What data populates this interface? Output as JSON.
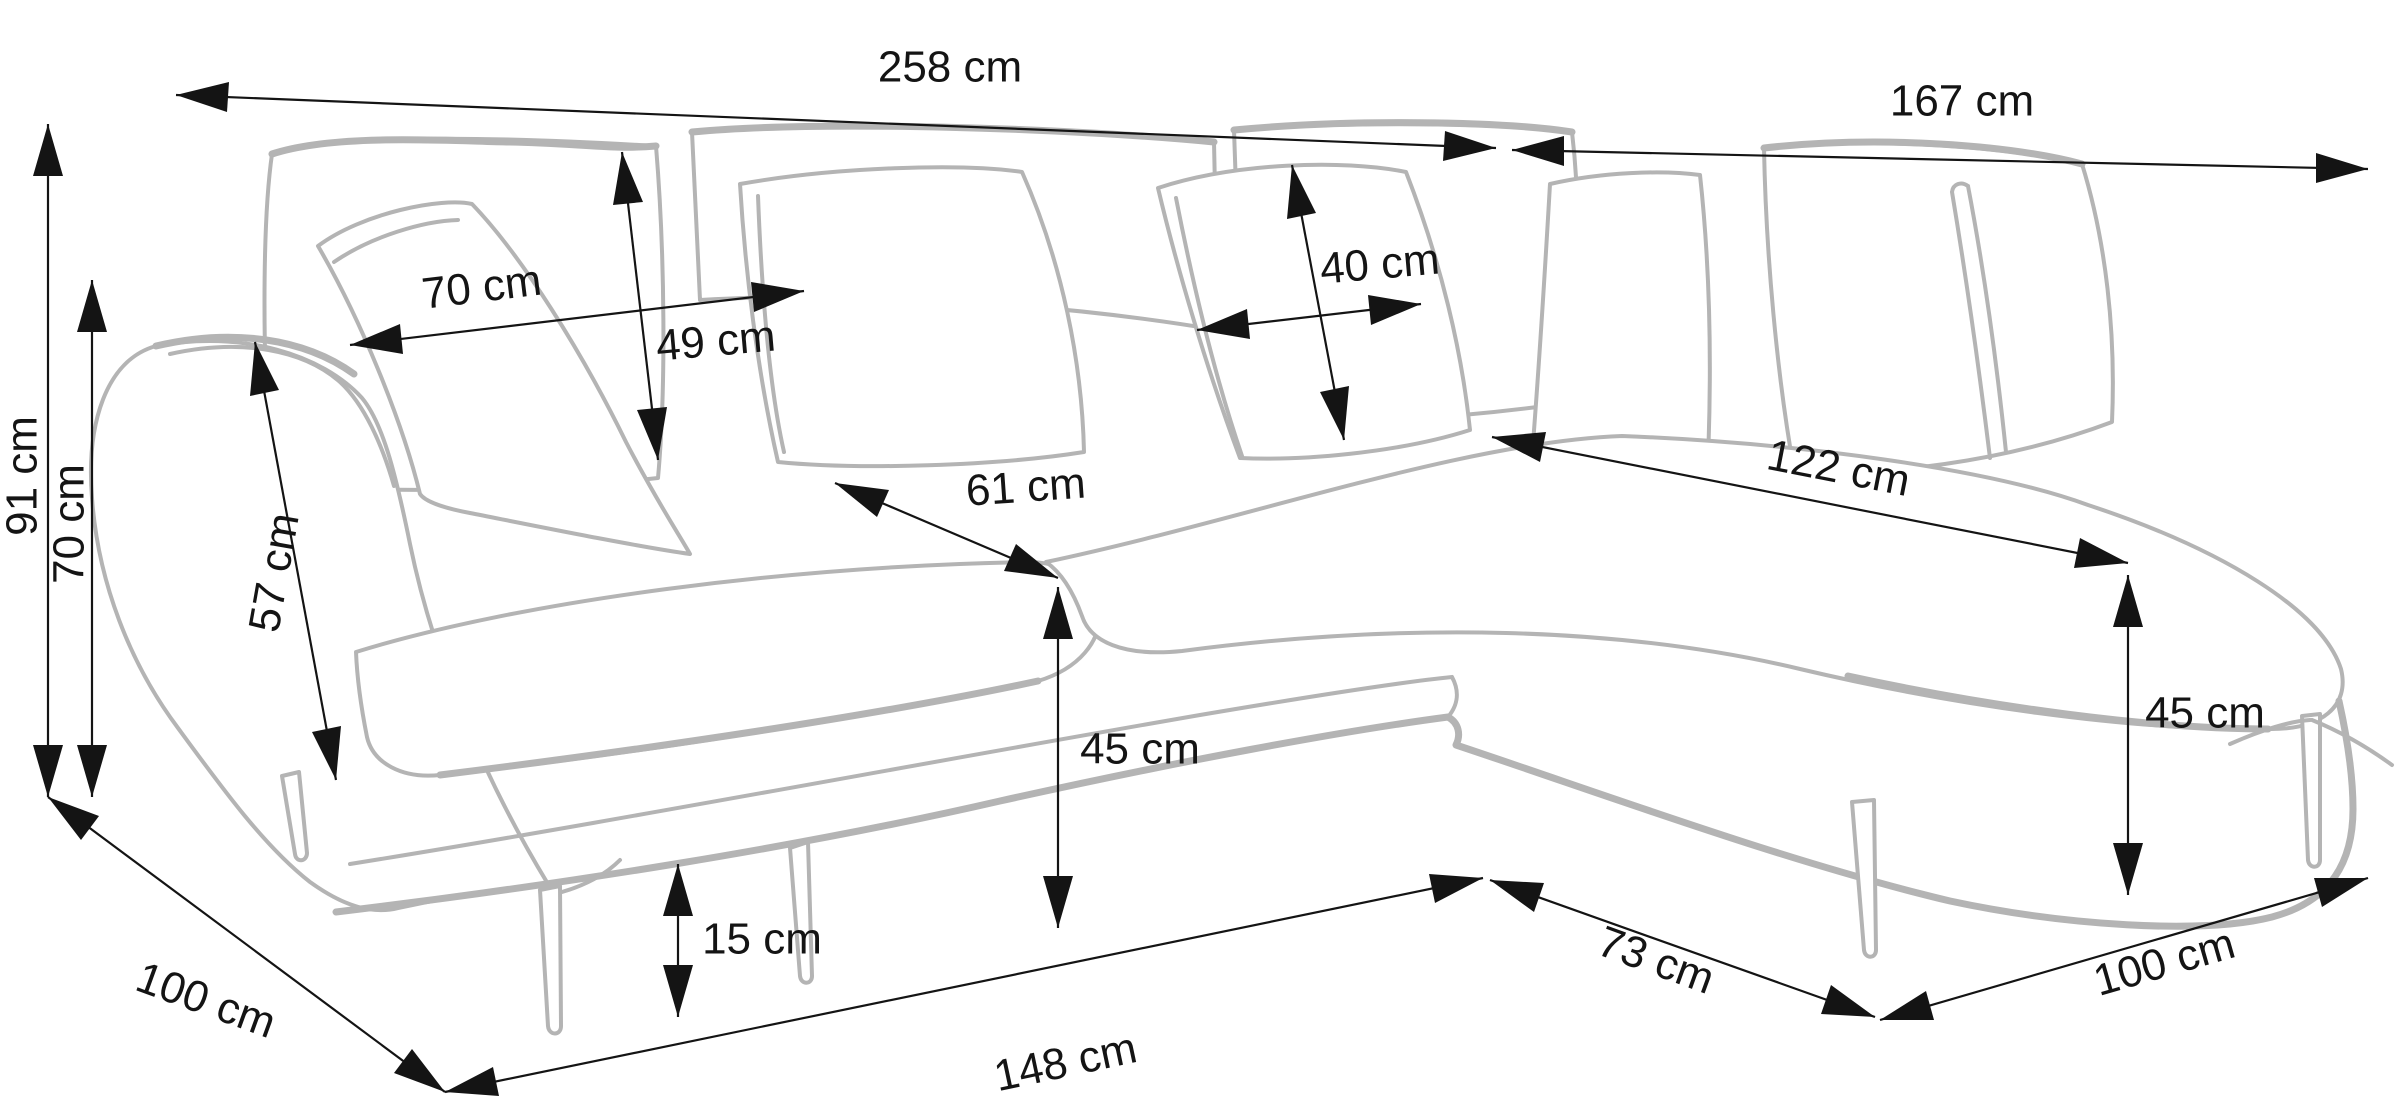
{
  "drawing": {
    "subject": "corner-sofa-dimension-diagram",
    "unit": "cm",
    "background_color": "#ffffff",
    "outline_color": "#b4b4b4",
    "dimension_color": "#141414",
    "dims": {
      "overall_width": {
        "label": "258 cm",
        "value_cm": 258
      },
      "chaise_width": {
        "label": "167 cm",
        "value_cm": 167
      },
      "overall_height": {
        "label": "91 cm",
        "value_cm": 91
      },
      "armrest_height": {
        "label": "70 cm",
        "value_cm": 70
      },
      "armrest_depth": {
        "label": "57 cm",
        "value_cm": 57
      },
      "back_pillow_width": {
        "label": "70 cm",
        "value_cm": 70
      },
      "back_pillow_height": {
        "label": "49 cm",
        "value_cm": 49
      },
      "seat_depth": {
        "label": "61 cm",
        "value_cm": 61
      },
      "cushion_size": {
        "label": "40 cm",
        "value_cm": 40
      },
      "chaise_seat_length": {
        "label": "122 cm",
        "value_cm": 122
      },
      "seat_height": {
        "label": "45 cm",
        "value_cm": 45
      },
      "chaise_end_height": {
        "label": "45 cm",
        "value_cm": 45
      },
      "leg_clearance": {
        "label": "15 cm",
        "value_cm": 15
      },
      "front_width": {
        "label": "148 cm",
        "value_cm": 148
      },
      "corner_front_width": {
        "label": "73 cm",
        "value_cm": 73
      },
      "depth_left": {
        "label": "100 cm",
        "value_cm": 100
      },
      "depth_right": {
        "label": "100 cm",
        "value_cm": 100
      }
    }
  }
}
